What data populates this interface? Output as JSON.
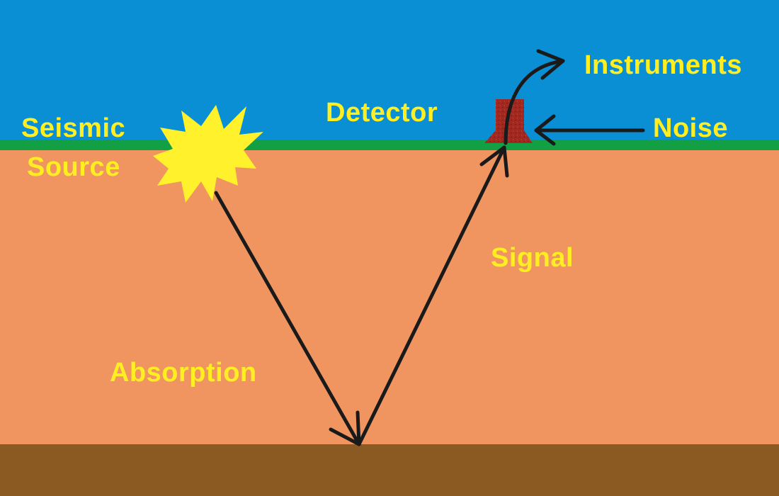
{
  "labels": {
    "seismic": "Seismic",
    "source": "Source",
    "detector": "Detector",
    "instruments": "Instruments",
    "noise": "Noise",
    "signal": "Signal",
    "absorption": "Absorption"
  },
  "colors": {
    "sky": "#0a8fd4",
    "ground_line": "#13a045",
    "earth": "#f09560",
    "bedrock": "#8a5a22",
    "label": "#ffee22",
    "burst": "#fff12c",
    "detector": "#a02a22",
    "arrow": "#1a1a1a"
  }
}
